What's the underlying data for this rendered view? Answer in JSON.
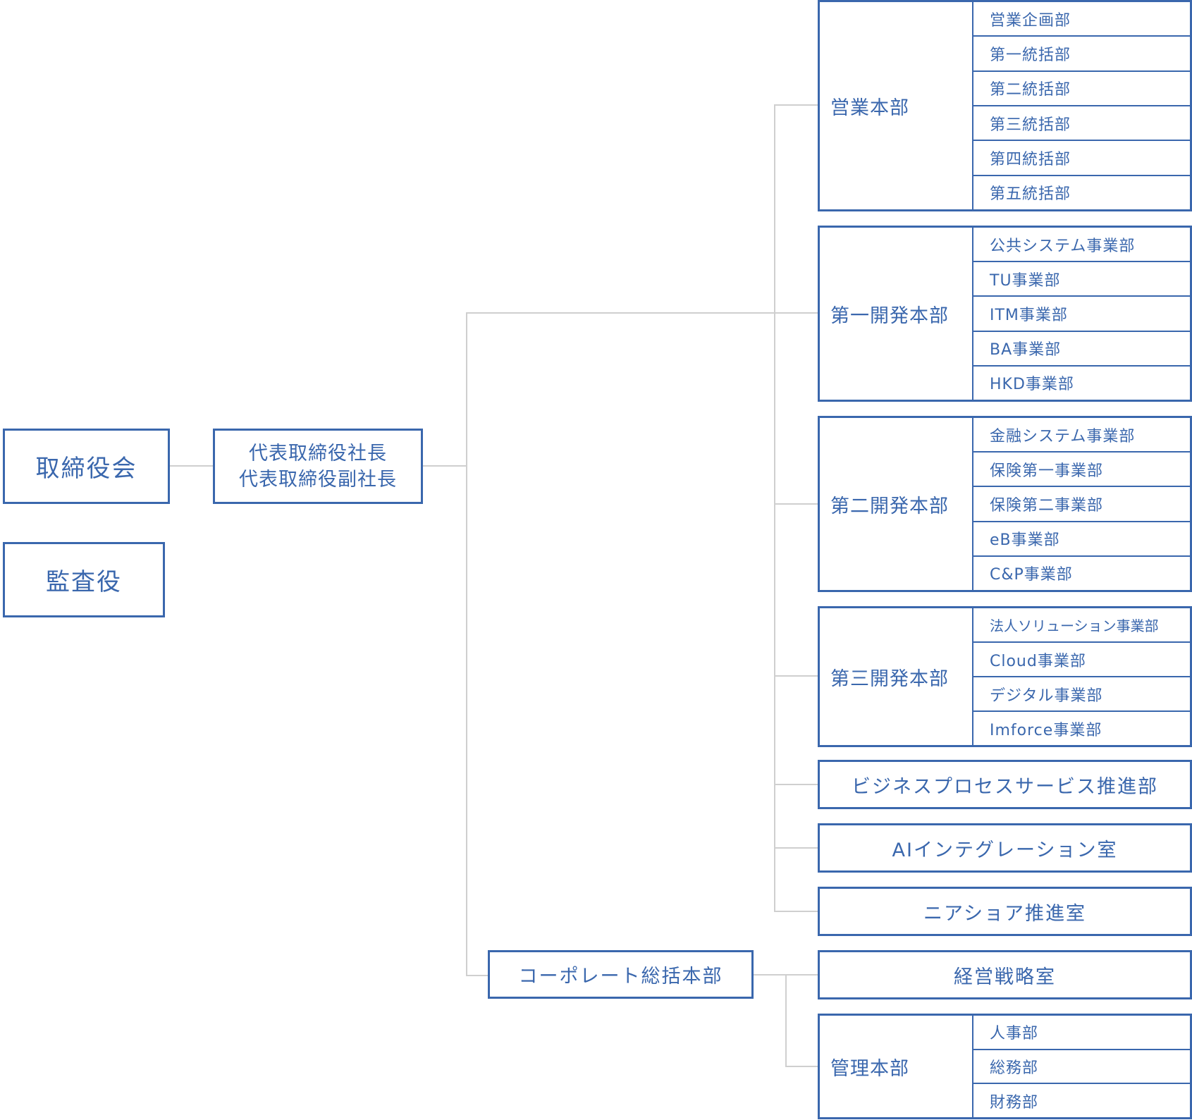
{
  "board": "取締役会",
  "auditor": "監査役",
  "president": {
    "line1": "代表取締役社長",
    "line2": "代表取締役副社長"
  },
  "corporate": "コーポレート総括本部",
  "sales": {
    "name": "営業本部",
    "units": [
      "営業企画部",
      "第一統括部",
      "第二統括部",
      "第三統括部",
      "第四統括部",
      "第五統括部"
    ]
  },
  "dev1": {
    "name": "第一開発本部",
    "units": [
      "公共システム事業部",
      "TU事業部",
      "ITM事業部",
      "BA事業部",
      "HKD事業部"
    ]
  },
  "dev2": {
    "name": "第二開発本部",
    "units": [
      "金融システム事業部",
      "保険第一事業部",
      "保険第二事業部",
      "eB事業部",
      "C&P事業部"
    ]
  },
  "dev3": {
    "name": "第三開発本部",
    "units": [
      "法人ソリューション事業部",
      "Cloud事業部",
      "デジタル事業部",
      "Imforce事業部"
    ]
  },
  "bps": "ビジネスプロセスサービス推進部",
  "ai": "AIインテグレーション室",
  "nearshore": "ニアショア推進室",
  "strategy": "経営戦略室",
  "admin": {
    "name": "管理本部",
    "units": [
      "人事部",
      "総務部",
      "財務部"
    ]
  }
}
